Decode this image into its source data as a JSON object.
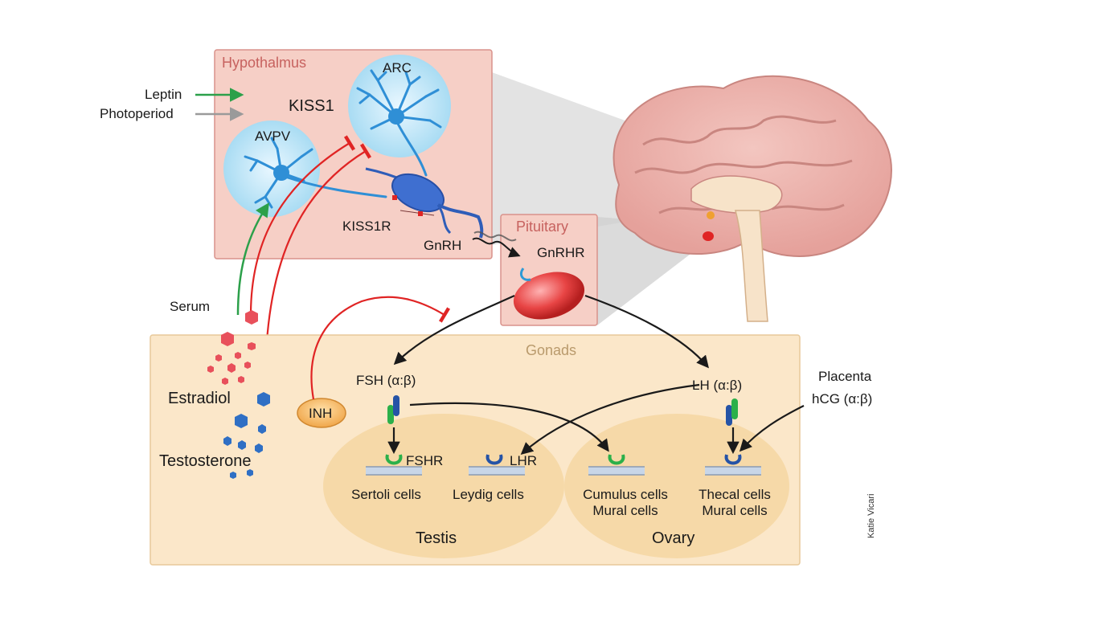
{
  "hypothalamus": {
    "title": "Hypothalmus",
    "arc": "ARC",
    "avpv": "AVPV",
    "kiss1": "KISS1",
    "kiss1r": "KISS1R",
    "gnrh": "GnRH"
  },
  "inputs": {
    "leptin": "Leptin",
    "photoperiod": "Photoperiod"
  },
  "pituitary": {
    "title": "Pituitary",
    "receptor": "GnRHR"
  },
  "serum": "Serum",
  "hormones": {
    "estradiol": "Estradiol",
    "testosterone": "Testosterone",
    "inhibin": "INH"
  },
  "gonads": {
    "title": "Gonads",
    "fsh": "FSH (α:β)",
    "lh": "LH (α:β)",
    "placenta": "Placenta",
    "hcg": "hCG (α:β)",
    "fshr": "FSHR",
    "lhr": "LHR",
    "sertoli": "Sertoli cells",
    "leydig": "Leydig cells",
    "cumulus": "Cumulus cells",
    "cumulus_mural": "Mural cells",
    "thecal": "Thecal cells",
    "thecal_mural": "Mural cells",
    "testis": "Testis",
    "ovary": "Ovary"
  },
  "credit": "Katie Vicari",
  "colors": {
    "hypothalamus_fill": "#f6cfc6",
    "gonads_fill": "#fbe7c9",
    "stimulatory": "#2ca04a",
    "inhibitory": "#e02424",
    "estradiol": "#e8505b",
    "testosterone": "#2f6fc4",
    "fsh_receptor": "#2bb04a",
    "lh_receptor": "#2553a6"
  }
}
